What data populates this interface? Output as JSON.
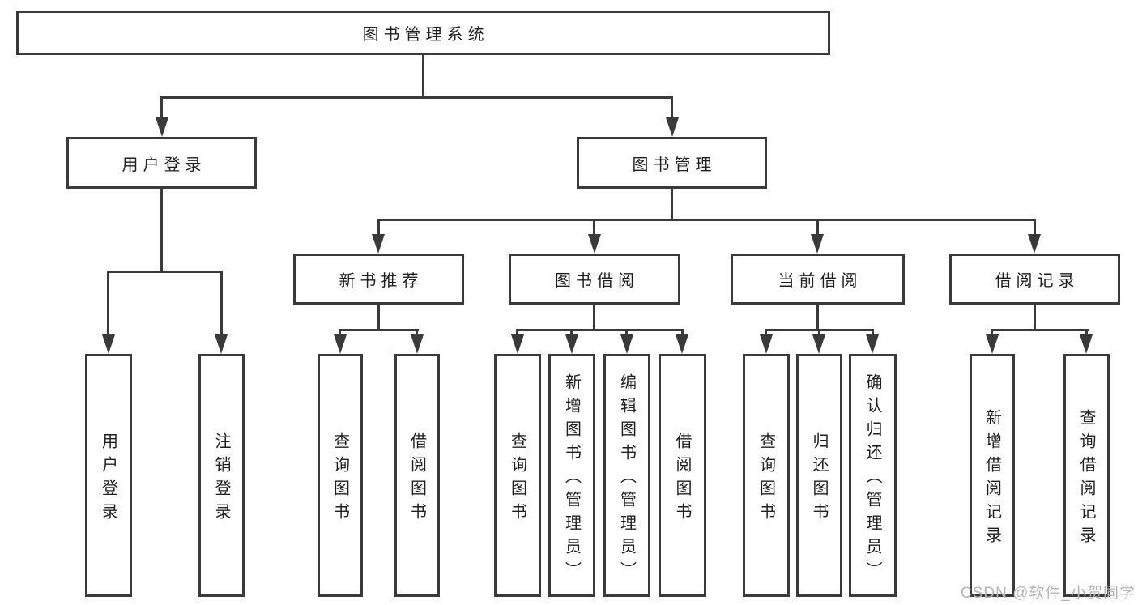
{
  "colors": {
    "line": "#3a3a3a",
    "text": "#1f1f1f",
    "watermark": "#b5b5b5",
    "background": "#ffffff"
  },
  "watermark": "CSDN @软件_小贺同学",
  "nodes": {
    "root": {
      "label": "图书管理系统"
    },
    "user_login": {
      "label": "用户登录"
    },
    "book_management": {
      "label": "图书管理"
    },
    "new_book_recommend": {
      "label": "新书推荐"
    },
    "book_borrow": {
      "label": "图书借阅"
    },
    "current_borrow": {
      "label": "当前借阅"
    },
    "borrow_records": {
      "label": "借阅记录"
    },
    "leaf_user_login": {
      "label": "用户登录"
    },
    "leaf_logout": {
      "label": "注销登录"
    },
    "leaf_query_books_recommend": {
      "label": "查询图书"
    },
    "leaf_borrow_books_recommend": {
      "label": "借阅图书"
    },
    "leaf_query_books_borrow": {
      "label": "查询图书"
    },
    "leaf_add_book_admin": {
      "label": "新增图书（管理员）"
    },
    "leaf_edit_book_admin": {
      "label": "编辑图书（管理员）"
    },
    "leaf_borrow_books_borrow": {
      "label": "借阅图书"
    },
    "leaf_query_books_current": {
      "label": "查询图书"
    },
    "leaf_return_book": {
      "label": "归还图书"
    },
    "leaf_confirm_return_admin": {
      "label": "确认归还（管理员）"
    },
    "leaf_add_borrow_record": {
      "label": "新增借阅记录"
    },
    "leaf_query_borrow_record": {
      "label": "查询借阅记录"
    }
  },
  "edges": [
    [
      "图书管理系统",
      "用户登录"
    ],
    [
      "图书管理系统",
      "图书管理"
    ],
    [
      "用户登录",
      "用户登录"
    ],
    [
      "用户登录",
      "注销登录"
    ],
    [
      "图书管理",
      "新书推荐"
    ],
    [
      "图书管理",
      "图书借阅"
    ],
    [
      "图书管理",
      "当前借阅"
    ],
    [
      "图书管理",
      "借阅记录"
    ],
    [
      "新书推荐",
      "查询图书"
    ],
    [
      "新书推荐",
      "借阅图书"
    ],
    [
      "图书借阅",
      "查询图书"
    ],
    [
      "图书借阅",
      "新增图书（管理员）"
    ],
    [
      "图书借阅",
      "编辑图书（管理员）"
    ],
    [
      "图书借阅",
      "借阅图书"
    ],
    [
      "当前借阅",
      "查询图书"
    ],
    [
      "当前借阅",
      "归还图书"
    ],
    [
      "当前借阅",
      "确认归还（管理员）"
    ],
    [
      "借阅记录",
      "新增借阅记录"
    ],
    [
      "借阅记录",
      "查询借阅记录"
    ]
  ]
}
